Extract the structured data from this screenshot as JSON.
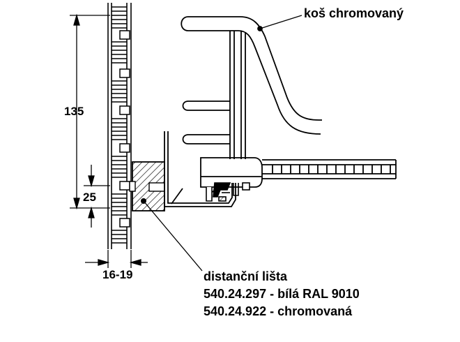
{
  "labels": {
    "basket": "koš chromovaný",
    "spacer": "distanční lišta",
    "spacer_white": "540.24.297 - bílá RAL 9010",
    "spacer_chrome": "540.24.922 - chromovaná"
  },
  "dimensions": {
    "height_total": "135",
    "height_offset": "25",
    "thickness": "16-19"
  },
  "colors": {
    "ink": "#000000",
    "paper": "#ffffff"
  }
}
